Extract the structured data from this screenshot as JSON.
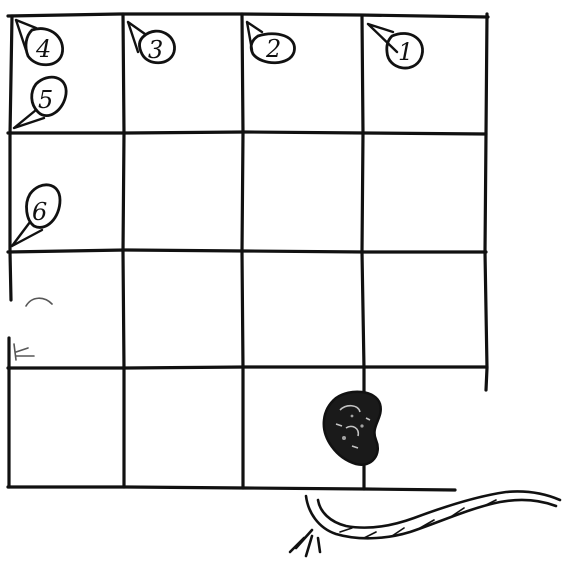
{
  "diagram": {
    "grid": {
      "rows": 4,
      "columns": 4,
      "line_color": "#111111",
      "background": "#ffffff"
    },
    "markers": [
      {
        "label": "1",
        "cell": [
          0,
          3
        ]
      },
      {
        "label": "2",
        "cell": [
          0,
          2
        ]
      },
      {
        "label": "3",
        "cell": [
          0,
          1
        ]
      },
      {
        "label": "4",
        "cell": [
          0,
          0
        ]
      },
      {
        "label": "5",
        "cell": [
          0,
          0
        ]
      },
      {
        "label": "6",
        "cell": [
          1,
          0
        ]
      }
    ],
    "blob": {
      "cell": [
        3,
        2
      ],
      "icon": "bean-blob-icon"
    },
    "tail": {
      "icon": "worm-tail-icon"
    }
  }
}
